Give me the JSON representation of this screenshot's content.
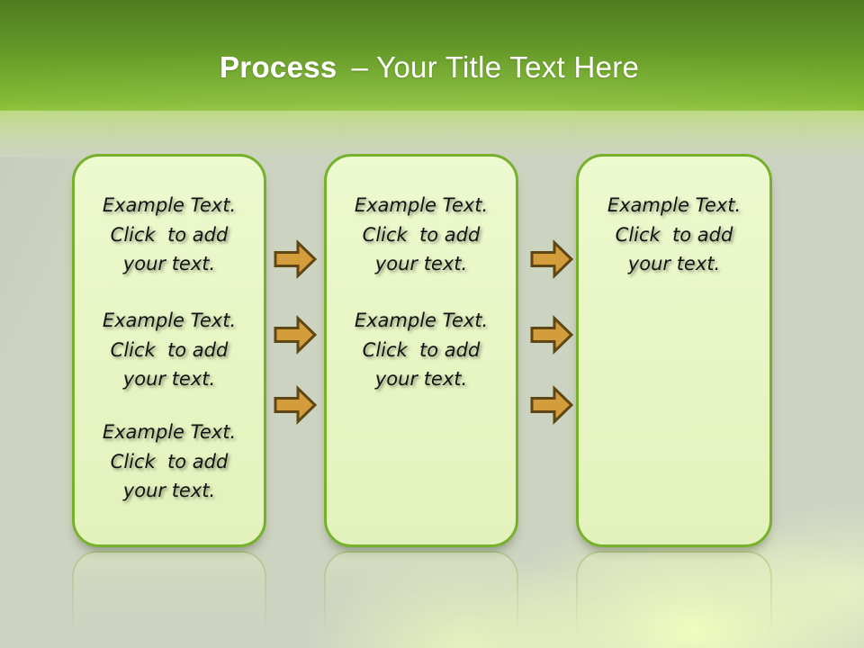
{
  "slide": {
    "title": {
      "bold": "Process",
      "rest": "– Your Title Text Here"
    },
    "boxes": [
      {
        "blocks": [
          "Example Text.\nClick  to add\nyour text.",
          "Example Text.\nClick  to add\nyour text.",
          "Example Text.\nClick  to add\nyour text."
        ]
      },
      {
        "blocks": [
          "Example Text.\nClick  to add\nyour text.",
          "Example Text.\nClick  to add\nyour text."
        ]
      },
      {
        "blocks": [
          "Example Text.\nClick  to add\nyour text."
        ]
      }
    ],
    "arrow_icon": "right-arrow-icon",
    "colors": {
      "header_green_top": "#4F7C1E",
      "header_green_bottom": "#8AC034",
      "box_fill": "#E8F6C5",
      "box_border": "#76B12C",
      "arrow_fill": "#D49D3C",
      "arrow_stroke": "#5E4715",
      "background": "#CDD3C1",
      "title_text": "#FFFFFF",
      "body_text": "#141414"
    }
  }
}
